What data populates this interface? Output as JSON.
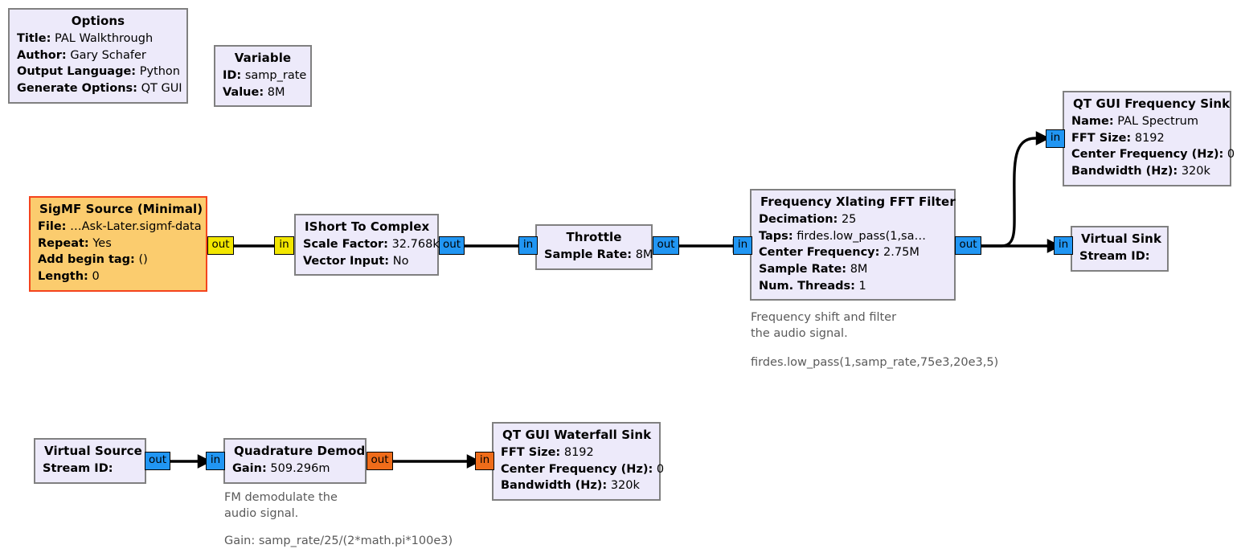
{
  "app": {
    "kind": "gnuradio-companion-flowgraph"
  },
  "colors": {
    "block_fill": "#edeafa",
    "block_border": "#808080",
    "selected_fill": "#fbcc6e",
    "selected_border": "#f4441d",
    "port_complex": "#2196f3",
    "port_short": "#f2e600",
    "port_float": "#ef6c1a",
    "wire": "#000000",
    "comment_text": "#5a5a5a"
  },
  "blocks": {
    "options": {
      "title": "Options",
      "rows": [
        {
          "key": "Title:",
          "value": "PAL Walkthrough"
        },
        {
          "key": "Author:",
          "value": "Gary Schafer"
        },
        {
          "key": "Output Language:",
          "value": "Python"
        },
        {
          "key": "Generate Options:",
          "value": "QT GUI"
        }
      ]
    },
    "variable": {
      "title": "Variable",
      "rows": [
        {
          "key": "ID:",
          "value": "samp_rate"
        },
        {
          "key": "Value:",
          "value": "8M"
        }
      ]
    },
    "sigmf_source": {
      "title": "SigMF Source (Minimal)",
      "rows": [
        {
          "key": "File:",
          "value": "…Ask-Later.sigmf-data"
        },
        {
          "key": "Repeat:",
          "value": "Yes"
        },
        {
          "key": "Add begin tag:",
          "value": "()"
        },
        {
          "key": "Length:",
          "value": "0"
        }
      ],
      "ports": {
        "out": "out"
      }
    },
    "ishort_to_complex": {
      "title": "IShort To Complex",
      "rows": [
        {
          "key": "Scale Factor:",
          "value": "32.768k"
        },
        {
          "key": "Vector Input:",
          "value": "No"
        }
      ],
      "ports": {
        "in": "in",
        "out": "out"
      }
    },
    "throttle": {
      "title": "Throttle",
      "rows": [
        {
          "key": "Sample Rate:",
          "value": "8M"
        }
      ],
      "ports": {
        "in": "in",
        "out": "out"
      }
    },
    "freq_xlating_fft_filter": {
      "title": "Frequency Xlating FFT Filter",
      "rows": [
        {
          "key": "Decimation:",
          "value": "25"
        },
        {
          "key": "Taps:",
          "value": "firdes.low_pass(1,sa…"
        },
        {
          "key": "Center Frequency:",
          "value": "2.75M"
        },
        {
          "key": "Sample Rate:",
          "value": "8M"
        },
        {
          "key": "Num. Threads:",
          "value": "1"
        }
      ],
      "ports": {
        "in": "in",
        "out": "out"
      },
      "comment_line1": "Frequency shift and filter",
      "comment_line2": "the audio signal.",
      "comment_line3": "firdes.low_pass(1,samp_rate,75e3,20e3,5)"
    },
    "qt_gui_frequency_sink": {
      "title": "QT GUI Frequency Sink",
      "rows": [
        {
          "key": "Name:",
          "value": "PAL Spectrum"
        },
        {
          "key": "FFT Size:",
          "value": "8192"
        },
        {
          "key": "Center Frequency (Hz):",
          "value": "0"
        },
        {
          "key": "Bandwidth (Hz):",
          "value": "320k"
        }
      ],
      "ports": {
        "in": "in"
      }
    },
    "virtual_sink": {
      "title": "Virtual Sink",
      "rows": [
        {
          "key": "Stream ID:",
          "value": ""
        }
      ],
      "ports": {
        "in": "in"
      }
    },
    "virtual_source": {
      "title": "Virtual Source",
      "rows": [
        {
          "key": "Stream ID:",
          "value": ""
        }
      ],
      "ports": {
        "out": "out"
      }
    },
    "quadrature_demod": {
      "title": "Quadrature Demod",
      "rows": [
        {
          "key": "Gain:",
          "value": "509.296m"
        }
      ],
      "ports": {
        "in": "in",
        "out": "out"
      },
      "comment_line1": "FM demodulate the",
      "comment_line2": "audio signal.",
      "comment_line3": "Gain: samp_rate/25/(2*math.pi*100e3)"
    },
    "qt_gui_waterfall_sink": {
      "title": "QT GUI Waterfall Sink",
      "rows": [
        {
          "key": "FFT Size:",
          "value": "8192"
        },
        {
          "key": "Center Frequency (Hz):",
          "value": "0"
        },
        {
          "key": "Bandwidth (Hz):",
          "value": "320k"
        }
      ],
      "ports": {
        "in": "in"
      }
    }
  }
}
